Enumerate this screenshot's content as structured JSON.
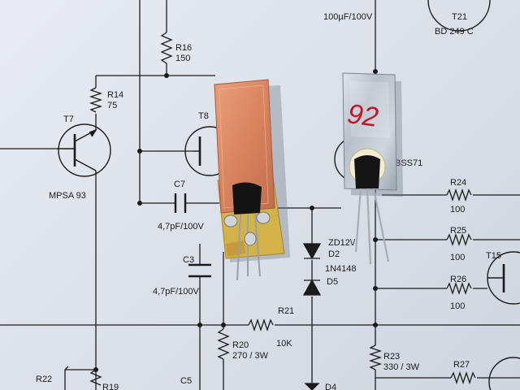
{
  "schematic": {
    "labels": {
      "cap_top": "100µF/100V",
      "t21": "T21",
      "bd249c": "BD 249 C",
      "r16": "R16",
      "r16_val": "150",
      "r14": "R14",
      "r14_val": "75",
      "t7": "T7",
      "mpsa93": "MPSA 93",
      "t8": "T8",
      "c7": "C7",
      "c7_val": "4,7pF/100V",
      "c3": "C3",
      "c3_val": "4,7pF/100V",
      "bss71": "BSS71",
      "r24": "R24",
      "r24_val": "100",
      "zd12": "ZD12\\/",
      "d2": "D2",
      "d2_val": "1N4148",
      "r25": "R25",
      "r25_val": "100",
      "t15": "T15",
      "d5": "D5",
      "r26": "R26",
      "r26_val": "100",
      "r21": "R21",
      "r21_val": "10K",
      "r20": "R20",
      "r20_val": "270 / 3W",
      "r23": "R23",
      "r23_val": "330 / 3W",
      "r27": "R27",
      "r22": "R22",
      "r19": "R19",
      "c5": "C5",
      "d4": "D4"
    }
  },
  "photo_objects": {
    "heatsink_marking": "92"
  },
  "colors": {
    "paper": "#e3e7ed",
    "ink": "#1b1b1b",
    "copper_board": "#d9835f",
    "pcb_yellow": "#d3b24a",
    "aluminium": "#b9c2cc",
    "marker_red": "#c0162a"
  }
}
